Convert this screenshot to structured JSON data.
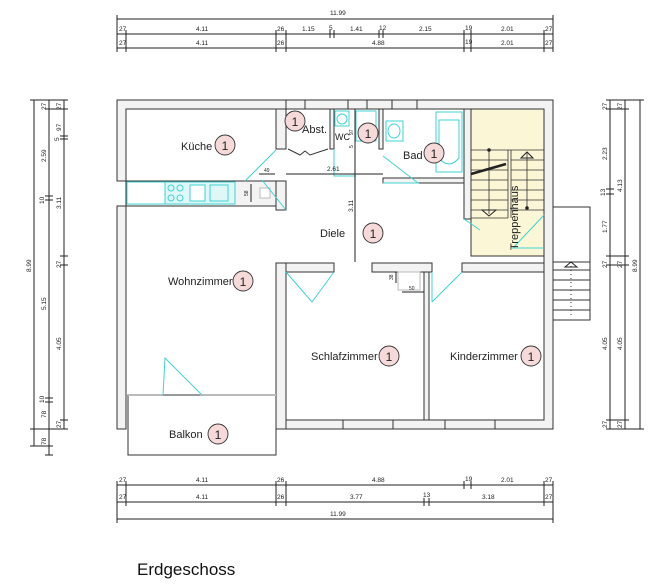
{
  "title": "Erdgeschoss",
  "rooms": {
    "kueche": {
      "label": "Küche",
      "badge": "1"
    },
    "abst": {
      "label": "Abst.",
      "badge": "1"
    },
    "wc": {
      "label": "WC",
      "badge": "1"
    },
    "bad": {
      "label": "Bad",
      "badge": "1"
    },
    "treppenhaus": {
      "label": "Treppenhaus"
    },
    "diele": {
      "label": "Diele",
      "badge": "1"
    },
    "wohnzimmer": {
      "label": "Wohnzimmer",
      "badge": "1"
    },
    "balkon": {
      "label": "Balkon",
      "badge": "1"
    },
    "schlafzimmer": {
      "label": "Schlafzimmer",
      "badge": "1"
    },
    "kinderzimmer": {
      "label": "Kinderzimmer",
      "badge": "1"
    }
  },
  "dimensions": {
    "top": {
      "total": "11.99",
      "row1": [
        "27",
        "4.11",
        "26",
        "1.15",
        "5",
        "1.41",
        "12",
        "2.15",
        "19",
        "2.01",
        "27"
      ],
      "row2": [
        "27",
        "4.11",
        "26",
        "4.88",
        "19",
        "2.01",
        "27"
      ]
    },
    "bottom": {
      "row1": [
        "27",
        "4.11",
        "26",
        "4.88",
        "19",
        "2.01",
        "27"
      ],
      "row2": [
        "27",
        "4.11",
        "26",
        "3.77",
        "13",
        "3.18",
        "27"
      ],
      "total": "11.99"
    },
    "left": {
      "total": "8.99",
      "row1": [
        "27",
        "2.59",
        "10",
        "5.15",
        "10",
        "78"
      ],
      "row2": [
        "27",
        "97",
        "5",
        "3.11",
        "27",
        "4.05",
        "27"
      ],
      "extra": "78"
    },
    "right": {
      "row1": [
        "27",
        "2.23",
        "13",
        "1.77",
        "27",
        "4.05",
        "27"
      ],
      "row2": [
        "27",
        "4.13",
        "27",
        "4.05",
        "27"
      ],
      "total": "8.99"
    },
    "interior": {
      "kueche_width": "49",
      "kueche_depth": "58",
      "wc_a": "97",
      "wc_b": "5",
      "diele_width": "2.61",
      "diele_height": "3.11",
      "shaft_h": "38",
      "shaft_w": "50"
    }
  },
  "colors": {
    "wall": "#f3f3f3",
    "fixture": "#3fd3d3",
    "stair_fill": "#fbf7d6",
    "badge_fill": "#f6d9d9"
  }
}
